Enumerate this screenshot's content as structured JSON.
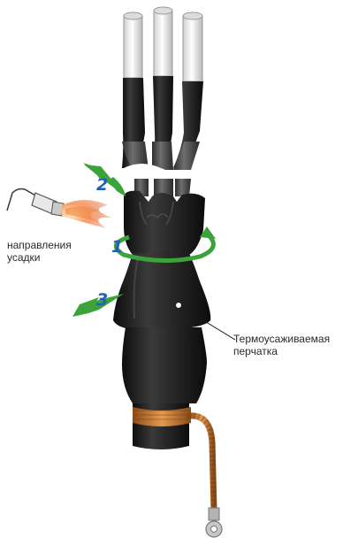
{
  "labels": {
    "shrink_directions": "направления\nусадки",
    "heat_shrink_glove": "Термоусаживаемая\nперчатка"
  },
  "steps": [
    "1",
    "2",
    "3"
  ],
  "colors": {
    "arrow_green": "#3ca33a",
    "step_number_blue": "#1c63b7",
    "glove_black": "#1f1f1f",
    "core_white": "#f2f2f2",
    "copper": "#c9762e",
    "flame": "#f08a4b"
  }
}
